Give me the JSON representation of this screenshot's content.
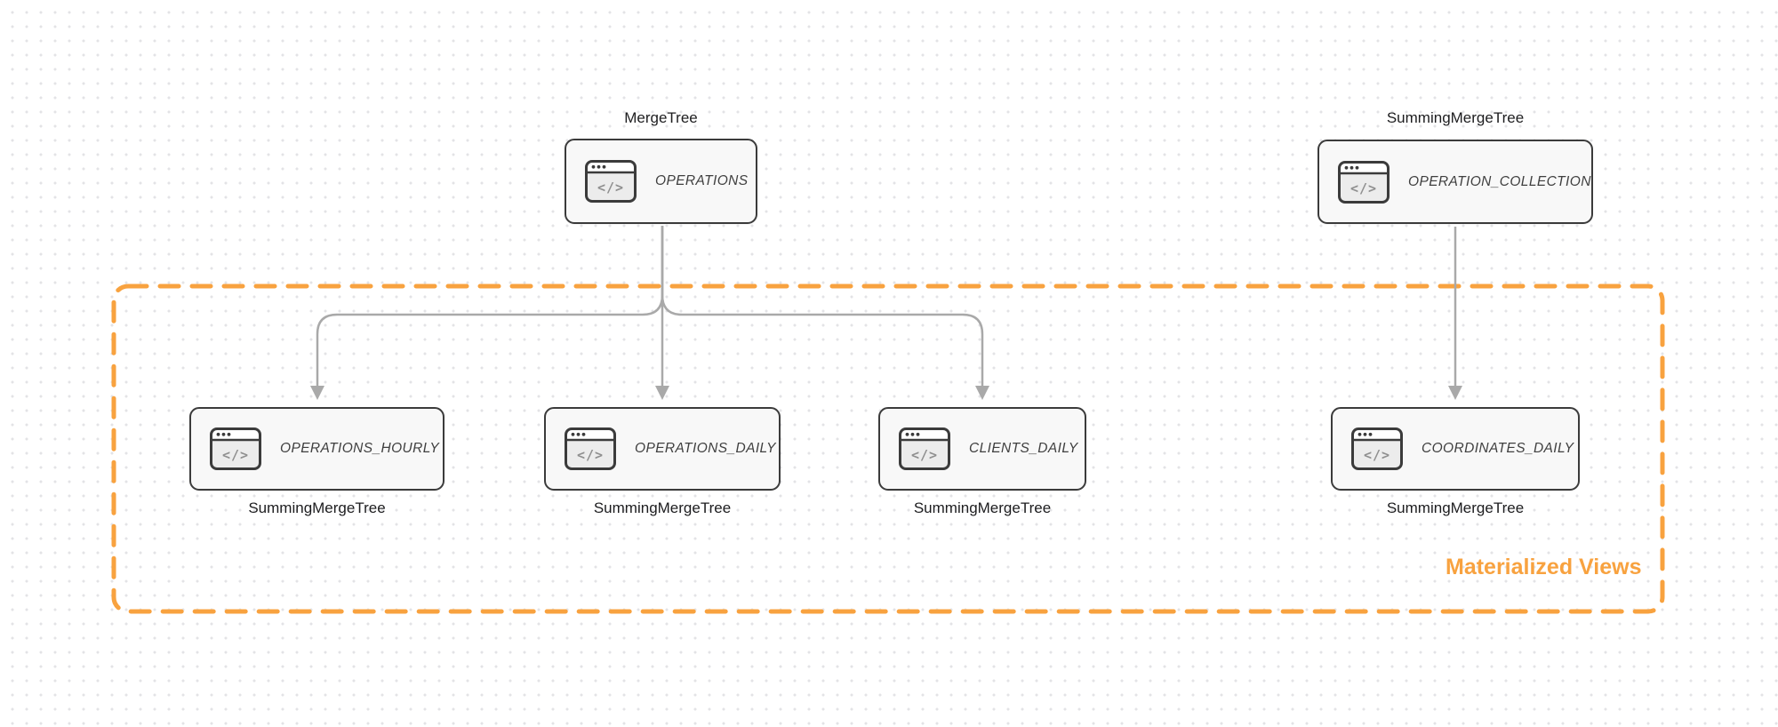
{
  "nodes": {
    "operations": {
      "engine": "MergeTree",
      "name": "OPERATIONS"
    },
    "operation_collection": {
      "engine": "SummingMergeTree",
      "name": "OPERATION_COLLECTION"
    },
    "operations_hourly": {
      "engine": "SummingMergeTree",
      "name": "OPERATIONS_HOURLY"
    },
    "operations_daily": {
      "engine": "SummingMergeTree",
      "name": "OPERATIONS_DAILY"
    },
    "clients_daily": {
      "engine": "SummingMergeTree",
      "name": "CLIENTS_DAILY"
    },
    "coordinates_daily": {
      "engine": "SummingMergeTree",
      "name": "COORDINATES_DAILY"
    }
  },
  "group": {
    "label": "Materialized Views"
  },
  "icons": {
    "node_icon": "code-window-icon",
    "glyph": "</>"
  },
  "colors": {
    "accent_orange": "#f8a23f",
    "arrow_gray": "#a9a9a9",
    "node_border": "#3b3b3b",
    "node_bg": "#f8f8f8",
    "text_dark": "#1d1d1f"
  }
}
